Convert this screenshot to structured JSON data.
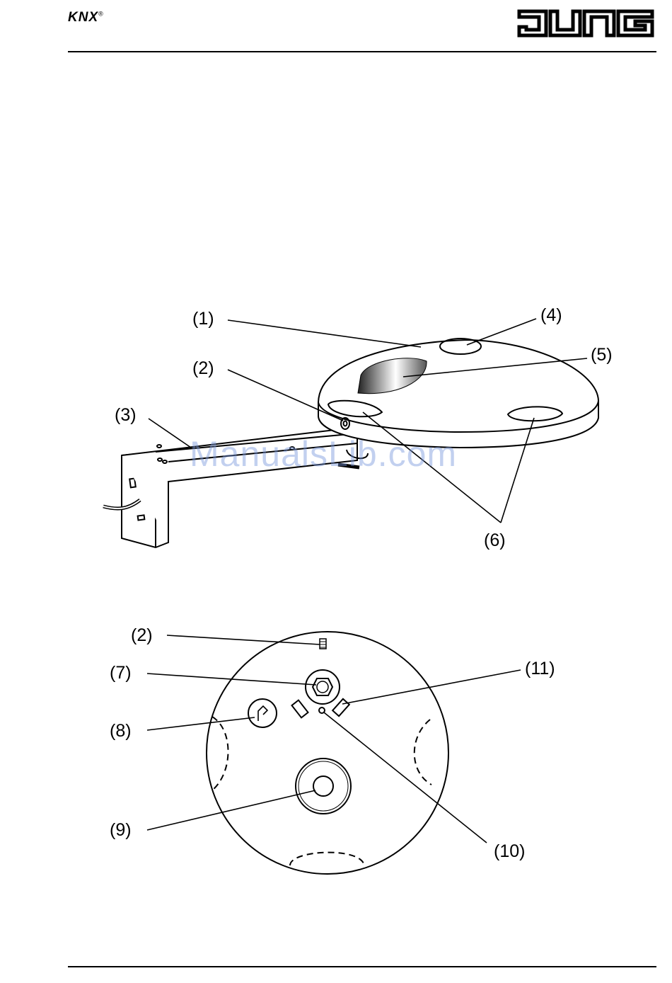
{
  "header": {
    "knx_logo": "KNX",
    "knx_reg": "®",
    "brand_logo": "JUNG"
  },
  "figure1": {
    "callouts": [
      "(1)",
      "(2)",
      "(3)",
      "(4)",
      "(5)",
      "(6)"
    ]
  },
  "figure2": {
    "callouts": [
      "(2)",
      "(7)",
      "(8)",
      "(9)",
      "(10)",
      "(11)"
    ]
  },
  "watermark": "ManualsLib.com"
}
